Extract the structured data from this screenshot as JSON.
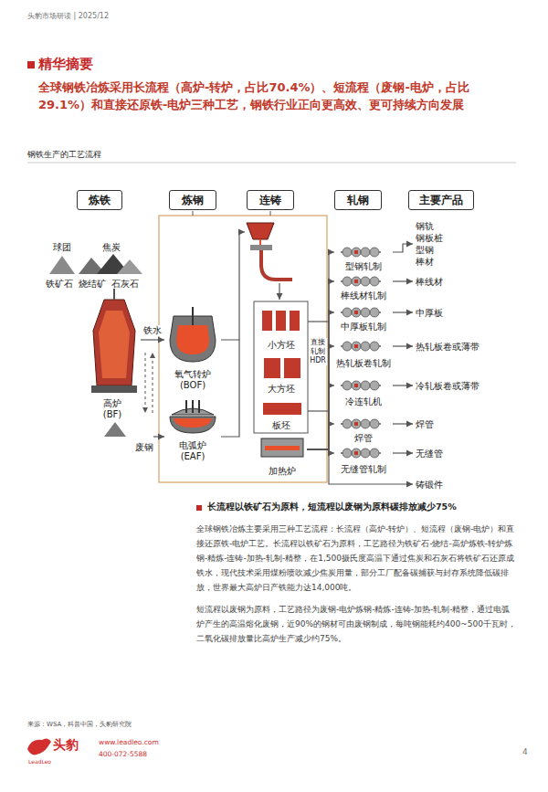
{
  "diagram": {
    "title": "精华摘要",
    "caption": "钢铁生产的工艺流程",
    "nodes": [
      {
        "text": [
          "炼铁"
        ]
      },
      {
        "text": [
          "炼钢"
        ]
      },
      {
        "text": [
          "连铸"
        ]
      },
      {
        "text": [
          "轧钢"
        ]
      },
      {
        "text": [
          "主要产品"
        ]
      },
      {
        "text": [
          "高炉 (BF)"
        ]
      },
      {
        "text": [
          "废钢"
        ]
      },
      {
        "text": [
          "氧气转炉 (BOF)"
        ]
      },
      {
        "text": [
          "电弧炉 (EAF)"
        ]
      },
      {
        "text": [
          "小方坯"
        ]
      },
      {
        "text": [
          "大方坯"
        ]
      },
      {
        "text": [
          "板坯"
        ]
      },
      {
        "text": [
          "加热炉"
        ]
      },
      {
        "text": [
          "型钢轧制"
        ]
      },
      {
        "text": [
          "棒线材轧制"
        ]
      },
      {
        "text": [
          "中厚板轧制"
        ]
      },
      {
        "text": [
          "热轧板卷轧制"
        ]
      },
      {
        "text": [
          "冷连轧机"
        ]
      },
      {
        "text": [
          "焊管"
        ]
      },
      {
        "text": [
          "无缝管轧制"
        ]
      },
      {
        "text": [
          "钢轨",
          "钢板桩",
          "型钢",
          "棒材"
        ]
      },
      {
        "text": [
          "棒线材"
        ]
      },
      {
        "text": [
          "中厚板"
        ]
      },
      {
        "text": [
          "热轧板卷或薄带"
        ]
      },
      {
        "text": [
          "冷轧板卷或薄带"
        ]
      },
      {
        "text": [
          "焊管"
        ]
      },
      {
        "text": [
          "无缝管"
        ]
      },
      {
        "text": [
          "铸锻件"
        ]
      }
    ],
    "edges": [
      {
        "from": 5,
        "to": 7,
        "arrow": "to",
        "label": "铁水"
      },
      {
        "from": 6,
        "to": 8,
        "arrow": "to"
      },
      {
        "from": 12,
        "to": 13,
        "arrow": "to"
      },
      {
        "from": 12,
        "to": 14,
        "arrow": "to"
      },
      {
        "from": 12,
        "to": 15,
        "arrow": "to"
      },
      {
        "from": 12,
        "to": 16,
        "arrow": "to"
      },
      {
        "from": 12,
        "to": 17,
        "arrow": "to"
      },
      {
        "from": 12,
        "to": 18,
        "arrow": "to"
      },
      {
        "from": 12,
        "to": 19,
        "arrow": "to"
      },
      {
        "from": 12,
        "to": 27,
        "arrow": "to"
      },
      {
        "from": 13,
        "to": 20,
        "arrow": "to"
      },
      {
        "from": 14,
        "to": 21,
        "arrow": "to"
      },
      {
        "from": 15,
        "to": 22,
        "arrow": "to"
      },
      {
        "from": 16,
        "to": 23,
        "arrow": "to"
      },
      {
        "from": 17,
        "to": 24,
        "arrow": "to"
      },
      {
        "from": 18,
        "to": 25,
        "arrow": "to"
      },
      {
        "from": 19,
        "to": 26,
        "arrow": "to"
      }
    ],
    "labels": [
      "头豹市场研读 | 2025/12",
      "全球钢铁冶炼采用长流程（高炉-转炉，占比70.4%）、短流程（废钢-电炉，占比29.1%）和直接还原铁-电炉三种工艺，钢铁行业正向更高效、更可持续方向发展",
      "球团",
      "焦炭",
      "铁矿石",
      "烧结矿",
      "石灰石",
      "直接轧制 HDR",
      "长流程以铁矿石为原料，短流程以废钢为原料碳排放减少75%",
      "全球钢铁冶炼主要采用三种工艺流程：长流程（高炉-转炉）、短流程（废钢-电炉）和直接还原铁-电炉工艺。长流程以铁矿石为原料，工艺路径为铁矿石-烧结-高炉炼铁-转炉炼钢-精炼-连铸-加热-轧制-精整，在1,500摄氏度高温下通过焦炭和石灰石将铁矿石还原成铁水，现代技术采用煤粉喷吹减少焦炭用量，部分工厂配备碳捕获与封存系统降低碳排放，世界最大高炉日产铁能力达14,000吨。",
      "短流程以废钢为原料，工艺路径为废钢-电炉炼钢-精炼-连铸-加热-轧制-精整，通过电弧炉产生的高温熔化废钢，近90%的钢材可由废钢制成，每吨钢能耗约400~500千瓦时，二氧化碳排放量比高炉生产减少约75%。",
      "来源：WSA，科普中国，头豹研究院",
      "头豹",
      "LeadLeo",
      "www.leadleo.com",
      "400-072-5588",
      "4"
    ]
  }
}
